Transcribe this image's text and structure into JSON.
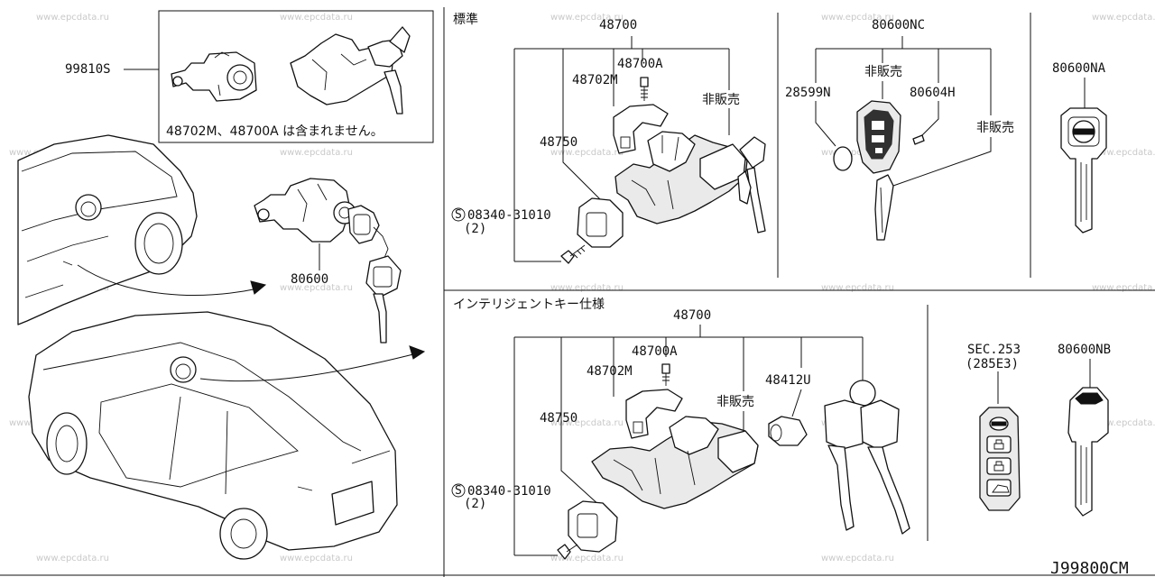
{
  "watermark": "www.epcdata.ru",
  "diagram_code": "J99800CM",
  "kit": {
    "part_number": "99810S",
    "note": "48702M、48700A は含まれません。"
  },
  "lock_assy": {
    "part_number": "80600"
  },
  "standard": {
    "heading": "標準",
    "steering_lock": "48700",
    "key_cylinder_set": "48700A",
    "cover": "48702M",
    "lock_body": "48750",
    "not_sold": "非販売",
    "bolt": "08340-31010",
    "bolt_qty": "(2)"
  },
  "key_set": {
    "part_number": "80600NC",
    "battery": "28599N",
    "not_sold_1": "非販売",
    "screw": "80604H",
    "not_sold_2": "非販売"
  },
  "blank_key_na": {
    "part_number": "80600NA"
  },
  "intelligent": {
    "heading": "インテリジェントキー仕様",
    "steering_lock": "48700",
    "key_cylinder_set": "48700A",
    "cover": "48702M",
    "lock_body": "48750",
    "not_sold": "非販売",
    "cylinder_48412U": "48412U",
    "bolt": "08340-31010",
    "bolt_qty": "(2)"
  },
  "sec_ref": {
    "sec": "SEC.253",
    "sub": "(285E3)"
  },
  "blank_key_nb": {
    "part_number": "80600NB"
  }
}
